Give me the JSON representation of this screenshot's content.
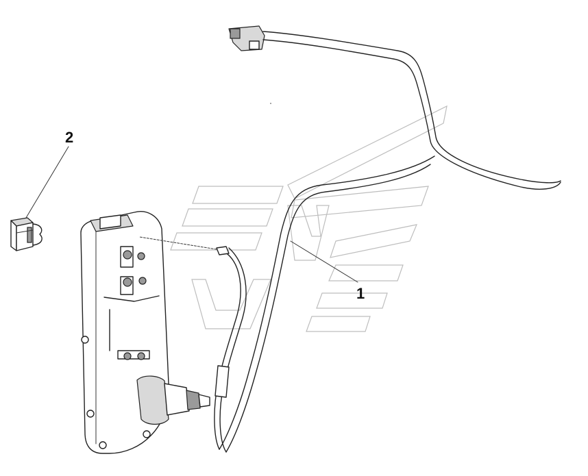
{
  "diagram": {
    "callouts": [
      {
        "id": "callout-1",
        "label": "1"
      },
      {
        "id": "callout-2",
        "label": "2"
      }
    ],
    "colors": {
      "line": "#222222",
      "watermark": "#bdbdbd",
      "background": "#ffffff"
    }
  }
}
